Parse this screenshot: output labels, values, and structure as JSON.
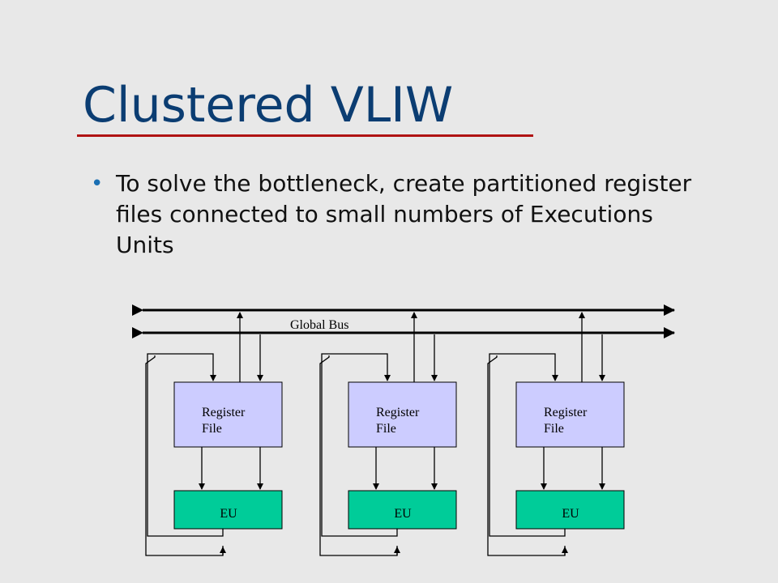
{
  "slide": {
    "title": "Clustered VLIW",
    "bullets": [
      "To solve the bottleneck, create partitioned register files connected to small numbers of Executions Units"
    ]
  },
  "diagram": {
    "bus_label": "Global Bus",
    "clusters": [
      {
        "register_file": [
          "Register",
          "File"
        ],
        "eu": "EU"
      },
      {
        "register_file": [
          "Register",
          "File"
        ],
        "eu": "EU"
      },
      {
        "register_file": [
          "Register",
          "File"
        ],
        "eu": "EU"
      }
    ],
    "colors": {
      "register_file": "#ccccff",
      "eu": "#00cc99",
      "line": "#000000"
    }
  }
}
